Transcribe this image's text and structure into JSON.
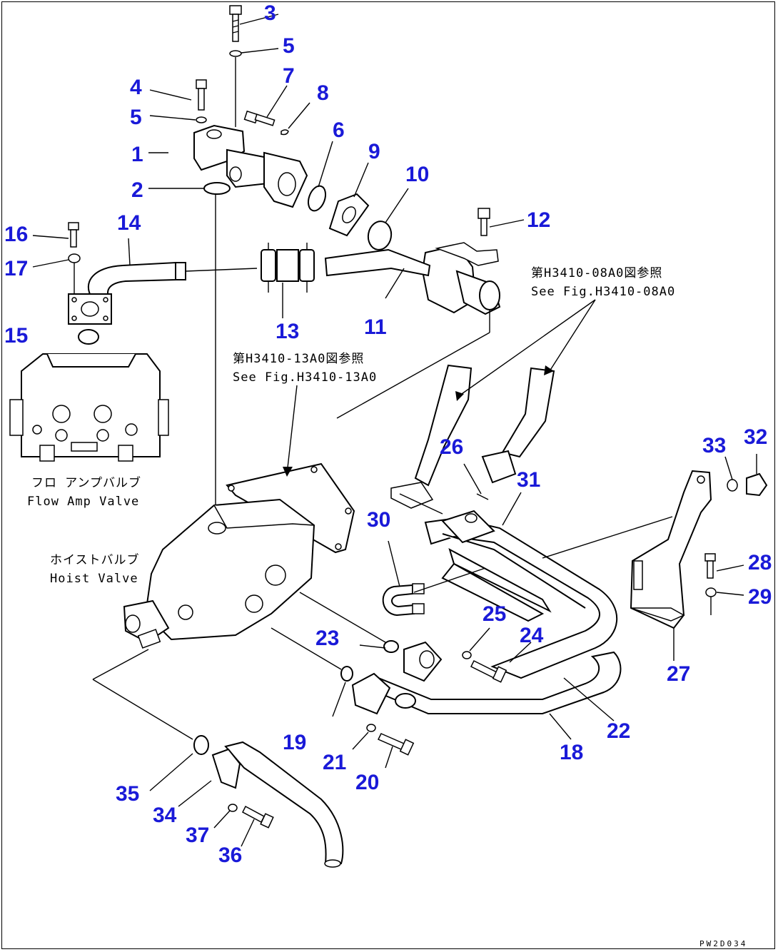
{
  "callouts": [
    {
      "id": "c1",
      "label": "1"
    },
    {
      "id": "c2",
      "label": "2"
    },
    {
      "id": "c3",
      "label": "3"
    },
    {
      "id": "c4",
      "label": "4"
    },
    {
      "id": "c5a",
      "label": "5"
    },
    {
      "id": "c5b",
      "label": "5"
    },
    {
      "id": "c6",
      "label": "6"
    },
    {
      "id": "c7",
      "label": "7"
    },
    {
      "id": "c8",
      "label": "8"
    },
    {
      "id": "c9",
      "label": "9"
    },
    {
      "id": "c10",
      "label": "10"
    },
    {
      "id": "c11",
      "label": "11"
    },
    {
      "id": "c12",
      "label": "12"
    },
    {
      "id": "c13",
      "label": "13"
    },
    {
      "id": "c14",
      "label": "14"
    },
    {
      "id": "c15",
      "label": "15"
    },
    {
      "id": "c16",
      "label": "16"
    },
    {
      "id": "c17",
      "label": "17"
    },
    {
      "id": "c18",
      "label": "18"
    },
    {
      "id": "c19",
      "label": "19"
    },
    {
      "id": "c20",
      "label": "20"
    },
    {
      "id": "c21",
      "label": "21"
    },
    {
      "id": "c22",
      "label": "22"
    },
    {
      "id": "c23",
      "label": "23"
    },
    {
      "id": "c24",
      "label": "24"
    },
    {
      "id": "c25",
      "label": "25"
    },
    {
      "id": "c26",
      "label": "26"
    },
    {
      "id": "c27",
      "label": "27"
    },
    {
      "id": "c28",
      "label": "28"
    },
    {
      "id": "c29",
      "label": "29"
    },
    {
      "id": "c30",
      "label": "30"
    },
    {
      "id": "c31",
      "label": "31"
    },
    {
      "id": "c32",
      "label": "32"
    },
    {
      "id": "c33",
      "label": "33"
    },
    {
      "id": "c34",
      "label": "34"
    },
    {
      "id": "c35",
      "label": "35"
    },
    {
      "id": "c36",
      "label": "36"
    },
    {
      "id": "c37",
      "label": "37"
    }
  ],
  "notes": {
    "ref_08ac_jp": "第H3410-08A0図参照",
    "ref_08ac_en": "See Fig.H3410-08A0",
    "ref_13ao_jp": "第H3410-13A0図参照",
    "ref_13ao_en": "See Fig.H3410-13A0",
    "flow_amp_jp": "フロ アンプバルブ",
    "flow_amp_en": "Flow Amp Valve",
    "hoist_jp": "ホイストバルブ",
    "hoist_en": "Hoist Valve"
  },
  "drawing_code": "PW2D034",
  "colors": {
    "callout": "#1a1ad8",
    "line": "#000000",
    "background": "#ffffff"
  }
}
